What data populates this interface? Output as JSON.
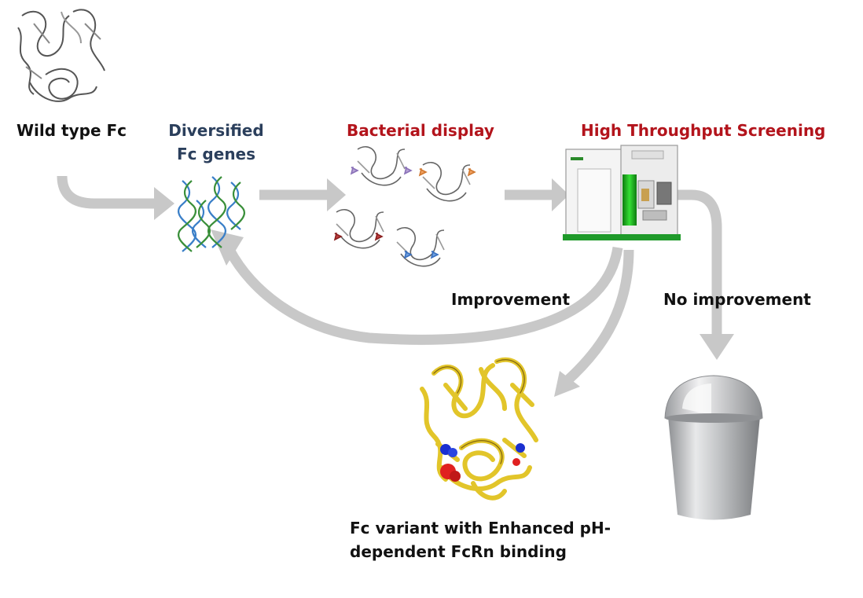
{
  "labels": {
    "wild_type": "Wild type Fc",
    "diversified_line1": "Diversified",
    "diversified_line2": "Fc genes",
    "bacterial_display": "Bacterial display",
    "hts": "High Throughput Screening",
    "improvement": "Improvement",
    "no_improvement": "No improvement",
    "variant_line1": "Fc variant with Enhanced pH-",
    "variant_line2": "dependent FcRn binding"
  },
  "colors": {
    "stage_blue": "#2b3f5c",
    "stage_red": "#b3141c",
    "arrow_gray": "#c8c8c8",
    "variant_protein": "#e2c52a",
    "mutation_blue": "#1a2fd0",
    "mutation_red": "#e02020",
    "instrument_green": "#27c427"
  },
  "icons": {
    "wild_type_structure": "protein-ribbon-icon",
    "genes": "dna-helix-icon",
    "display": "protein-ribbon-icon",
    "screening_instrument": "flow-cytometer-icon",
    "variant_structure": "protein-ribbon-icon",
    "discard": "trash-can-icon"
  }
}
